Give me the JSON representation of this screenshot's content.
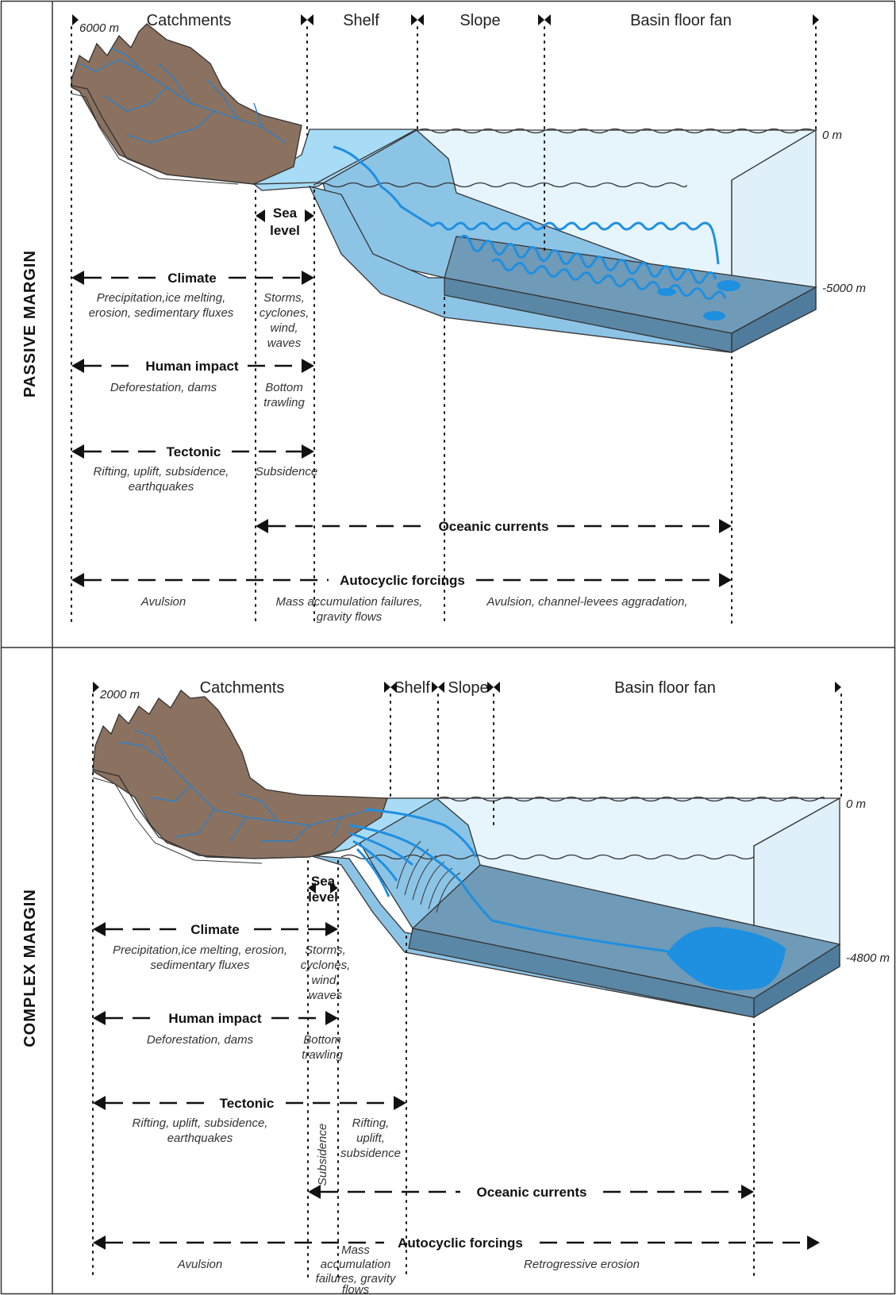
{
  "passive": {
    "side_label": "PASSIVE MARGIN",
    "zones": {
      "catchments": "Catchments",
      "shelf": "Shelf",
      "slope": "Slope",
      "basin": "Basin floor fan"
    },
    "depths": {
      "top": "6000 m",
      "sea": "0 m",
      "bottom": "-5000 m"
    },
    "sea_level": [
      "Sea",
      "level"
    ],
    "forcings": {
      "climate": {
        "title": "Climate",
        "desc_land": [
          "Precipitation,ice melting,",
          "erosion, sedimentary fluxes"
        ],
        "desc_shelf": [
          "Storms,",
          "cyclones,",
          "wind,",
          "waves"
        ]
      },
      "human": {
        "title": "Human impact",
        "desc_land": [
          "Deforestation, dams"
        ],
        "desc_shelf": [
          "Bottom",
          "trawling"
        ]
      },
      "tectonic": {
        "title": "Tectonic",
        "desc_land": [
          "Rifting, uplift, subsidence,",
          "earthquakes"
        ],
        "desc_shelf": [
          "Subsidence"
        ]
      },
      "oceanic": {
        "title": "Oceanic currents"
      },
      "autocyclic": {
        "title": "Autocyclic forcings",
        "desc_land": [
          "Avulsion"
        ],
        "desc_mid": [
          "Mass accumulation failures,",
          "gravity flows"
        ],
        "desc_basin": [
          "Avulsion, channel-levees aggradation,"
        ]
      }
    }
  },
  "complex": {
    "side_label": "COMPLEX MARGIN",
    "zones": {
      "catchments": "Catchments",
      "shelf": "Shelf",
      "slope": "Slope",
      "basin": "Basin floor fan"
    },
    "depths": {
      "top": "2000 m",
      "sea": "0 m",
      "bottom": "-4800 m"
    },
    "sea_level": [
      "Sea",
      "level"
    ],
    "forcings": {
      "climate": {
        "title": "Climate",
        "desc_land": [
          "Precipitation,ice melting, erosion,",
          "sedimentary fluxes"
        ],
        "desc_shelf": [
          "Storms,",
          "cyclones,",
          "wind,",
          "waves"
        ]
      },
      "human": {
        "title": "Human impact",
        "desc_land": [
          "Deforestation, dams"
        ],
        "desc_shelf": [
          "Bottom",
          "trawling"
        ]
      },
      "tectonic": {
        "title": "Tectonic",
        "desc_land": [
          "Rifting, uplift, subsidence,",
          "earthquakes"
        ],
        "desc_shelf_vertical": "Subsidence",
        "desc_slope": [
          "Rifting,",
          "uplift,",
          "subsidence"
        ]
      },
      "oceanic": {
        "title": "Oceanic currents"
      },
      "autocyclic": {
        "title": "Autocyclic forcings",
        "desc_land": [
          "Avulsion"
        ],
        "desc_mid": [
          "Mass",
          "accumulation",
          "failures, gravity",
          "flows"
        ],
        "desc_basin": [
          "Retrogressive erosion"
        ]
      }
    }
  },
  "colors": {
    "land": "#8b7260",
    "shelf_water": "#a8dcf6",
    "slope_water": "#8cc4e6",
    "open_water": "#e6f4fb",
    "basin_floor": "#6f9bb8",
    "river": "#2b7fc9",
    "channel": "#1f8fe0"
  }
}
